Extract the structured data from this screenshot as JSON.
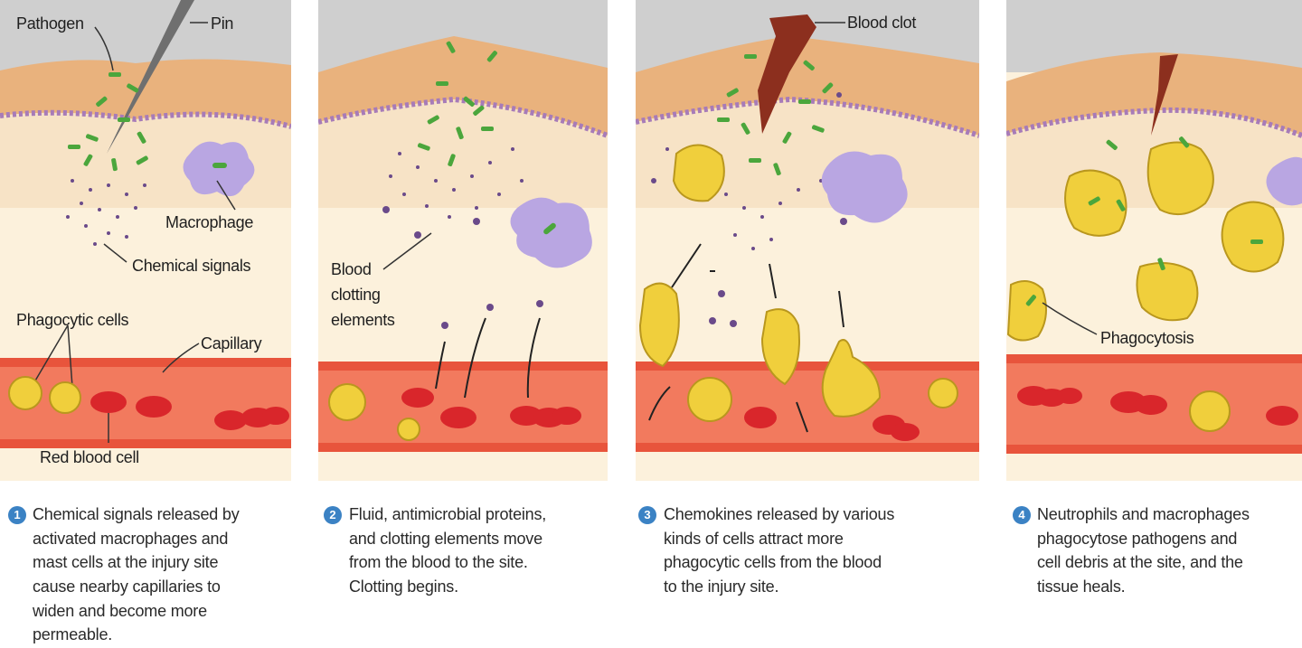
{
  "colors": {
    "accent_number": "#3b82c4",
    "sky": "#cfcfcf",
    "skin_surface": "#e9b27d",
    "dermis": "#f7e3c6",
    "membrane": "#a77bb8",
    "tissue": "#fcf1dc",
    "capillary": "#e8543c",
    "red_cell": "#d9262b",
    "phagocyte": "#f0cf3c",
    "bacteria": "#4ba63c",
    "macrophage": "#b9a6e2",
    "signal_dot": "#6a4a8a",
    "blood_clot": "#8c2f1e"
  },
  "panels": [
    {
      "number": "1",
      "labels": {
        "pathogen": "Pathogen",
        "pin": "Pin",
        "macrophage": "Macrophage",
        "chemical_signals": "Chemical signals",
        "phagocytic_cells": "Phagocytic cells",
        "capillary": "Capillary",
        "red_blood_cell": "Red blood cell"
      },
      "caption_lines": [
        "Chemical signals released by",
        "activated macrophages and",
        "mast cells at the injury site",
        "cause nearby capillaries to",
        "widen and become more",
        "permeable."
      ]
    },
    {
      "number": "2",
      "labels": {
        "blood_clotting_elements_1": "Blood",
        "blood_clotting_elements_2": "clotting",
        "blood_clotting_elements_3": "elements"
      },
      "caption_lines": [
        "Fluid, antimicrobial proteins,",
        "and clotting elements move",
        "from the blood to the site.",
        "Clotting begins."
      ]
    },
    {
      "number": "3",
      "labels": {
        "blood_clot": "Blood clot"
      },
      "caption_lines": [
        "Chemokines released by various",
        "kinds of cells attract more",
        "phagocytic cells from the blood",
        "to the injury site."
      ]
    },
    {
      "number": "4",
      "labels": {
        "phagocytosis": "Phagocytosis"
      },
      "caption_lines": [
        "Neutrophils and macrophages",
        "phagocytose pathogens and",
        "cell debris at the site, and the",
        "tissue heals."
      ]
    }
  ]
}
